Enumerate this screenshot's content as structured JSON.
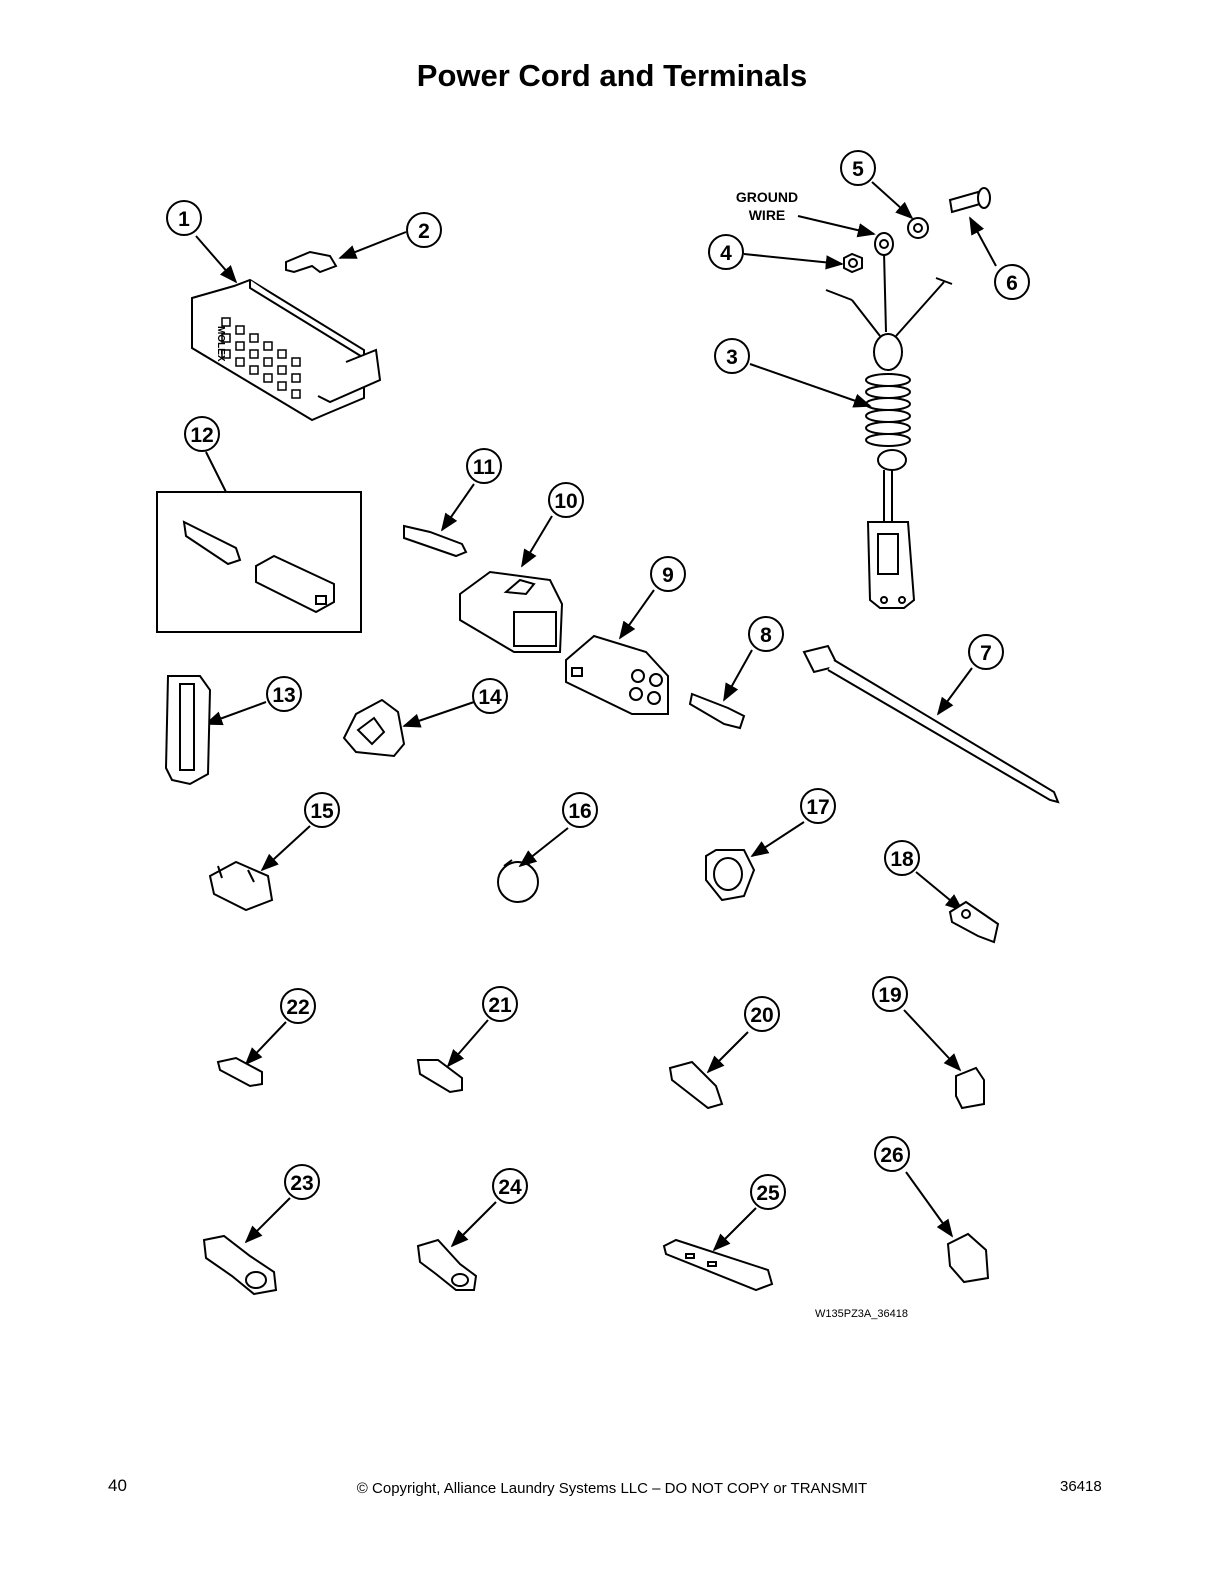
{
  "title": "Power Cord and Terminals",
  "callouts": [
    "1",
    "2",
    "3",
    "4",
    "5",
    "6",
    "7",
    "8",
    "9",
    "10",
    "11",
    "12",
    "13",
    "14",
    "15",
    "16",
    "17",
    "18",
    "19",
    "20",
    "21",
    "22",
    "23",
    "24",
    "25",
    "26"
  ],
  "ground_wire_label": [
    "GROUND",
    "WIRE"
  ],
  "connector_marking": "MOLEX",
  "drawing_id": "W135PZ3A_36418",
  "footer": {
    "page_number": "40",
    "copyright": "© Copyright, Alliance Laundry Systems LLC – DO NOT COPY or TRANSMIT",
    "doc_number": "36418"
  }
}
